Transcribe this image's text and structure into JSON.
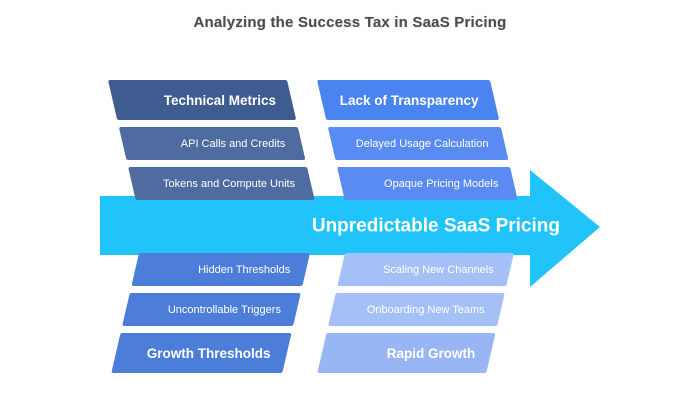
{
  "title": "Analyzing the Success Tax in SaaS Pricing",
  "arrow": {
    "label": "Unpredictable SaaS Pricing",
    "color": "#20c4fb"
  },
  "columns": {
    "top_left": {
      "header": "Technical Metrics",
      "items": [
        "API Calls and Credits",
        "Tokens and Compute Units"
      ],
      "header_color": "#3e5c90",
      "item_color": "#4e6ca0"
    },
    "top_right": {
      "header": "Lack of Transparency",
      "items": [
        "Delayed Usage Calculation",
        "Opaque Pricing Models"
      ],
      "header_color": "#4a84f0",
      "item_color": "#5a8bf2"
    },
    "bottom_left": {
      "header": "Growth Thresholds",
      "items": [
        "Hidden Thresholds",
        "Uncontrollable Triggers"
      ],
      "header_color": "#4c7ed9",
      "item_color": "#4c7ed9"
    },
    "bottom_right": {
      "header": "Rapid Growth",
      "items": [
        "Scaling New Channels",
        "Onboarding New Teams"
      ],
      "header_color": "#98b5f4",
      "item_color": "#a5c0f7"
    }
  }
}
